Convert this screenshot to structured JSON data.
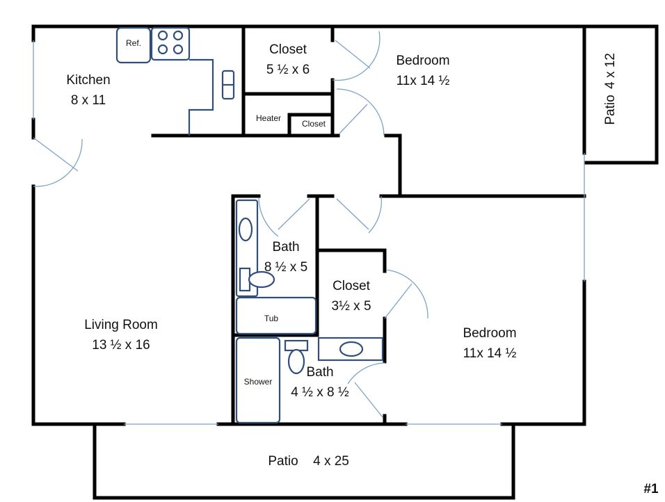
{
  "plan_number": "#1",
  "rooms": {
    "kitchen": {
      "name": "Kitchen",
      "dims": "8 x 11"
    },
    "closet_top": {
      "name": "Closet",
      "dims": "5 ½ x 6"
    },
    "bedroom_top": {
      "name": "Bedroom",
      "dims": "11x 14 ½"
    },
    "patio_side": {
      "name": "Patio",
      "dims": "4 x 12"
    },
    "living_room": {
      "name": "Living Room",
      "dims": "13 ½ x 16"
    },
    "bath_1": {
      "name": "Bath",
      "dims": "8 ½ x 5"
    },
    "closet_mid": {
      "name": "Closet",
      "dims": "3½ x 5"
    },
    "bedroom_bottom": {
      "name": "Bedroom",
      "dims": "11x 14 ½"
    },
    "bath_2": {
      "name": "Bath",
      "dims": "4 ½ x 8 ½"
    },
    "patio_bottom": {
      "name": "Patio",
      "dims": "4 x 25"
    }
  },
  "fixtures": {
    "refrigerator": "Ref.",
    "heater": "Heater",
    "closet_small": "Closet",
    "tub": "Tub",
    "shower": "Shower"
  }
}
